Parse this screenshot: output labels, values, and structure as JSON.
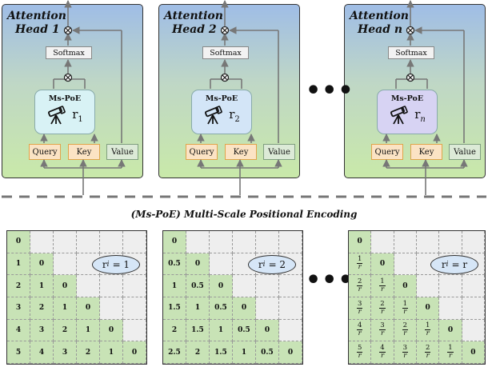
{
  "heads": [
    {
      "title_line1": "Attention",
      "title_line2": "Head 1",
      "r_label": "r",
      "r_sub": "1",
      "mspoe_color": "#d8f2f5"
    },
    {
      "title_line1": "Attention",
      "title_line2": "Head 2",
      "r_label": "r",
      "r_sub": "2",
      "mspoe_color": "#d3e5f7"
    },
    {
      "title_line1": "Attention",
      "title_line2": "Head n",
      "r_label": "r",
      "r_sub": "n",
      "mspoe_color": "#d7d3f3"
    }
  ],
  "labels": {
    "softmax": "Softmax",
    "mspoe": "Ms-PoE",
    "query": "Query",
    "key": "Key",
    "value": "Value",
    "caption": "(Ms-PoE) Multi-Scale Positional Encoding",
    "ellipsis": "•••"
  },
  "matrices": [
    {
      "ratio_text": "r",
      "ratio_sub": "i",
      "ratio_eq": "= 1",
      "rows": [
        [
          "0"
        ],
        [
          "1",
          "0"
        ],
        [
          "2",
          "1",
          "0"
        ],
        [
          "3",
          "2",
          "1",
          "0"
        ],
        [
          "4",
          "3",
          "2",
          "1",
          "0"
        ],
        [
          "5",
          "4",
          "3",
          "2",
          "1",
          "0"
        ]
      ]
    },
    {
      "ratio_text": "r",
      "ratio_sub": "i",
      "ratio_eq": "= 2",
      "rows": [
        [
          "0"
        ],
        [
          "0.5",
          "0"
        ],
        [
          "1",
          "0.5",
          "0"
        ],
        [
          "1.5",
          "1",
          "0.5",
          "0"
        ],
        [
          "2",
          "1.5",
          "1",
          "0.5",
          "0"
        ],
        [
          "2.5",
          "2",
          "1.5",
          "1",
          "0.5",
          "0"
        ]
      ]
    },
    {
      "ratio_text": "r",
      "ratio_sub": "i",
      "ratio_eq": "= r",
      "rows": [
        [
          "0"
        ],
        [
          "1/r",
          "0"
        ],
        [
          "2/r",
          "1/r",
          "0"
        ],
        [
          "3/r",
          "2/r",
          "1/r",
          "0"
        ],
        [
          "4/r",
          "3/r",
          "2/r",
          "1/r",
          "0"
        ],
        [
          "5/r",
          "4/r",
          "3/r",
          "2/r",
          "1/r",
          "0"
        ]
      ]
    }
  ],
  "colors": {
    "filled_cell": "#c8e3b6",
    "empty_cell": "#eeeeee",
    "query_key_fill": "#fbe3c4",
    "value_fill": "#dcead7",
    "arrow": "#777777"
  }
}
